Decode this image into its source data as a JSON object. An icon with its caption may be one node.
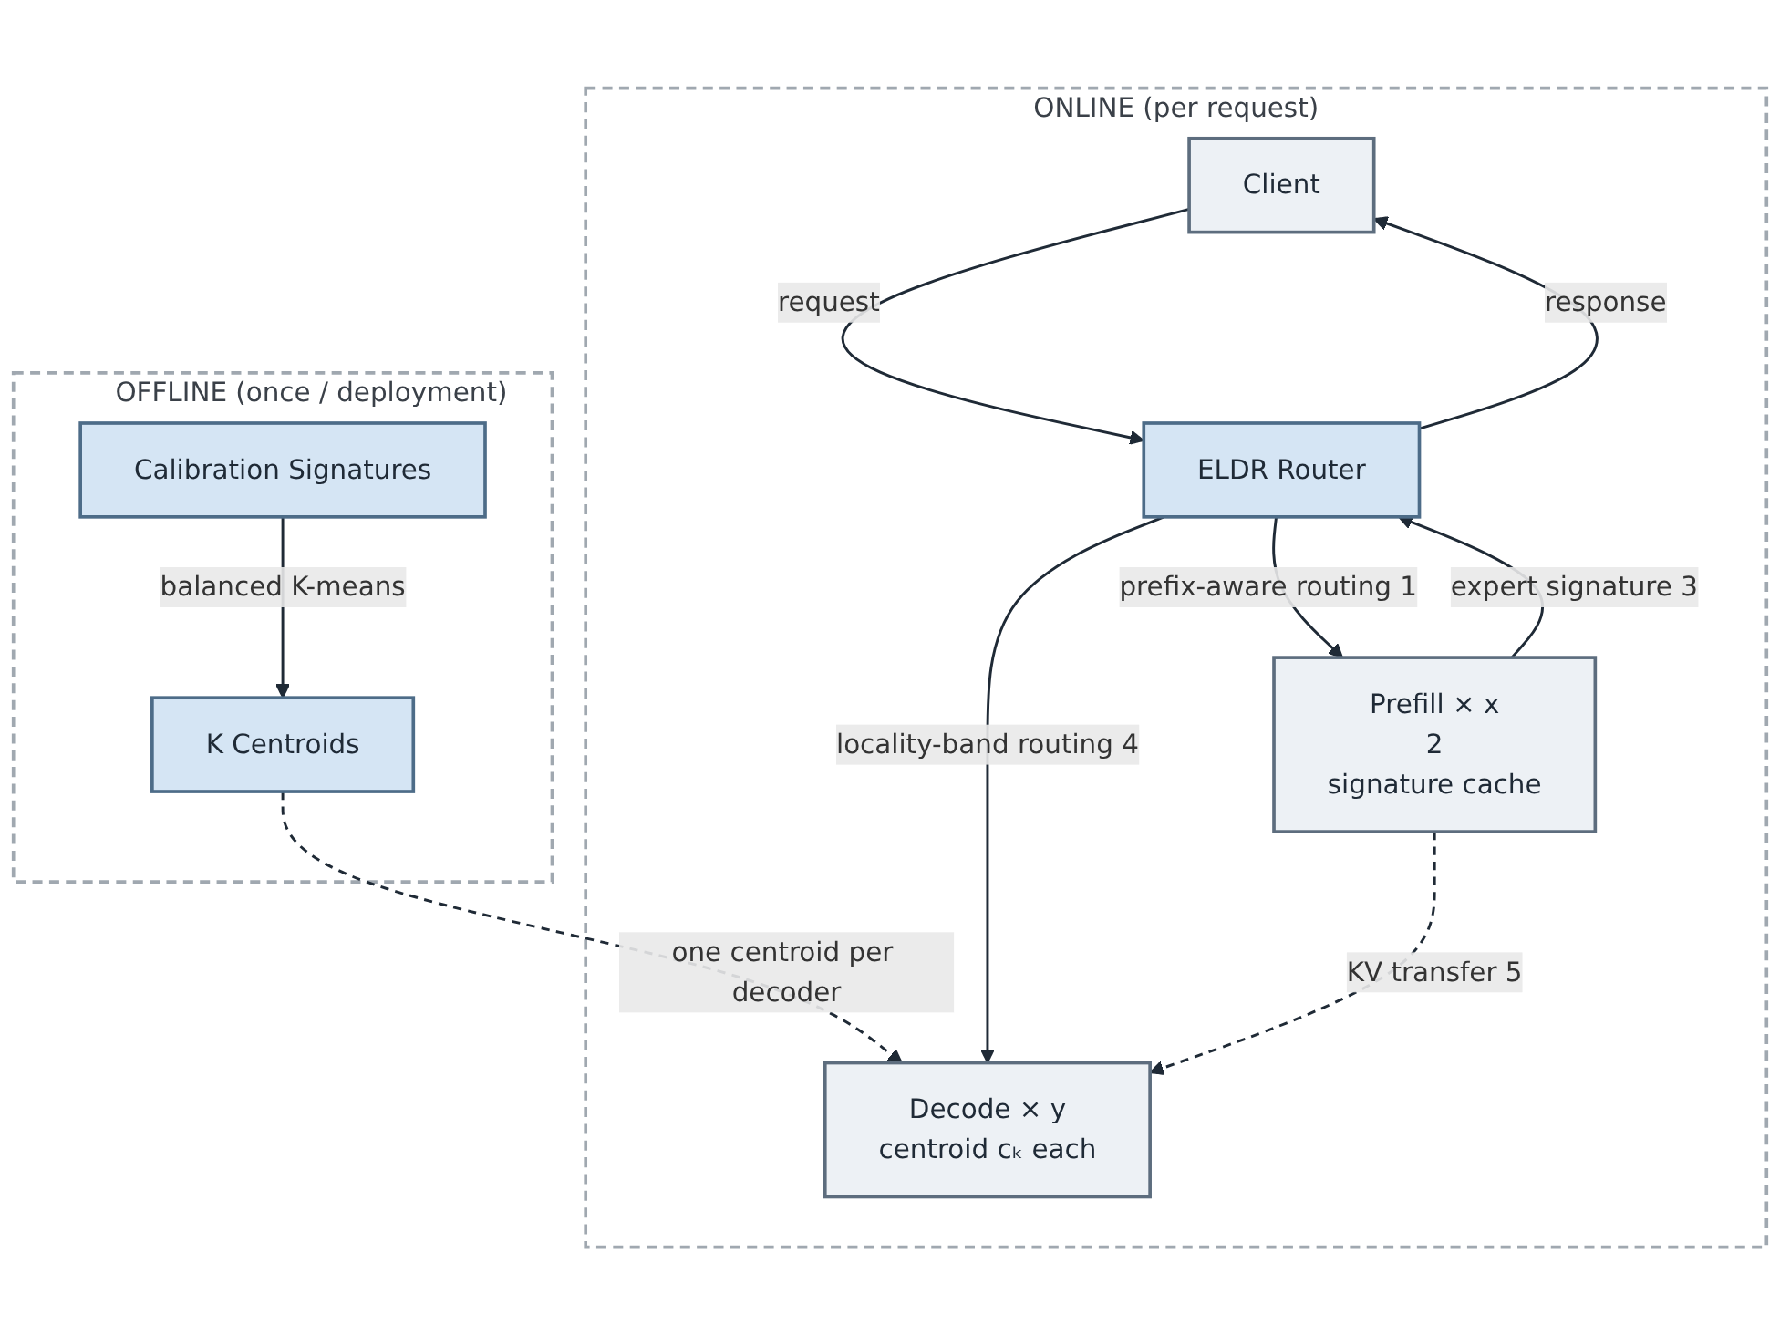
{
  "diagram": {
    "nodes": [
      {
        "text": [
          "OFFLINE (once / deployment)"
        ]
      },
      {
        "text": [
          "Calibration Signatures"
        ],
        "in": 0
      },
      {
        "text": [
          "K Centroids"
        ],
        "in": 0
      },
      {
        "text": [
          "ONLINE (per request)"
        ]
      },
      {
        "text": [
          "Client"
        ],
        "in": 3
      },
      {
        "text": [
          "ELDR Router"
        ],
        "in": 3
      },
      {
        "text": [
          "Prefill × x",
          "2",
          "signature cache"
        ],
        "in": 3
      },
      {
        "text": [
          "Decode × y",
          "centroid cₖ each"
        ],
        "in": 3
      }
    ],
    "edges": [
      {
        "from": 1,
        "to": 2,
        "arrow": "to",
        "label": "balanced K-means"
      },
      {
        "from": 2,
        "to": 7,
        "arrow": "to",
        "style": "dashed",
        "label": "one centroid per decoder"
      },
      {
        "from": 4,
        "to": 5,
        "arrow": "to",
        "label": "request"
      },
      {
        "from": 5,
        "to": 4,
        "arrow": "to",
        "label": "response"
      },
      {
        "from": 5,
        "to": 6,
        "arrow": "to",
        "label": "prefix-aware routing 1"
      },
      {
        "from": 6,
        "to": 5,
        "arrow": "to",
        "label": "expert signature 3"
      },
      {
        "from": 5,
        "to": 7,
        "arrow": "to",
        "label": "locality-band routing 4"
      },
      {
        "from": 6,
        "to": 7,
        "arrow": "to",
        "style": "dashed",
        "label": "KV transfer 5"
      }
    ]
  }
}
